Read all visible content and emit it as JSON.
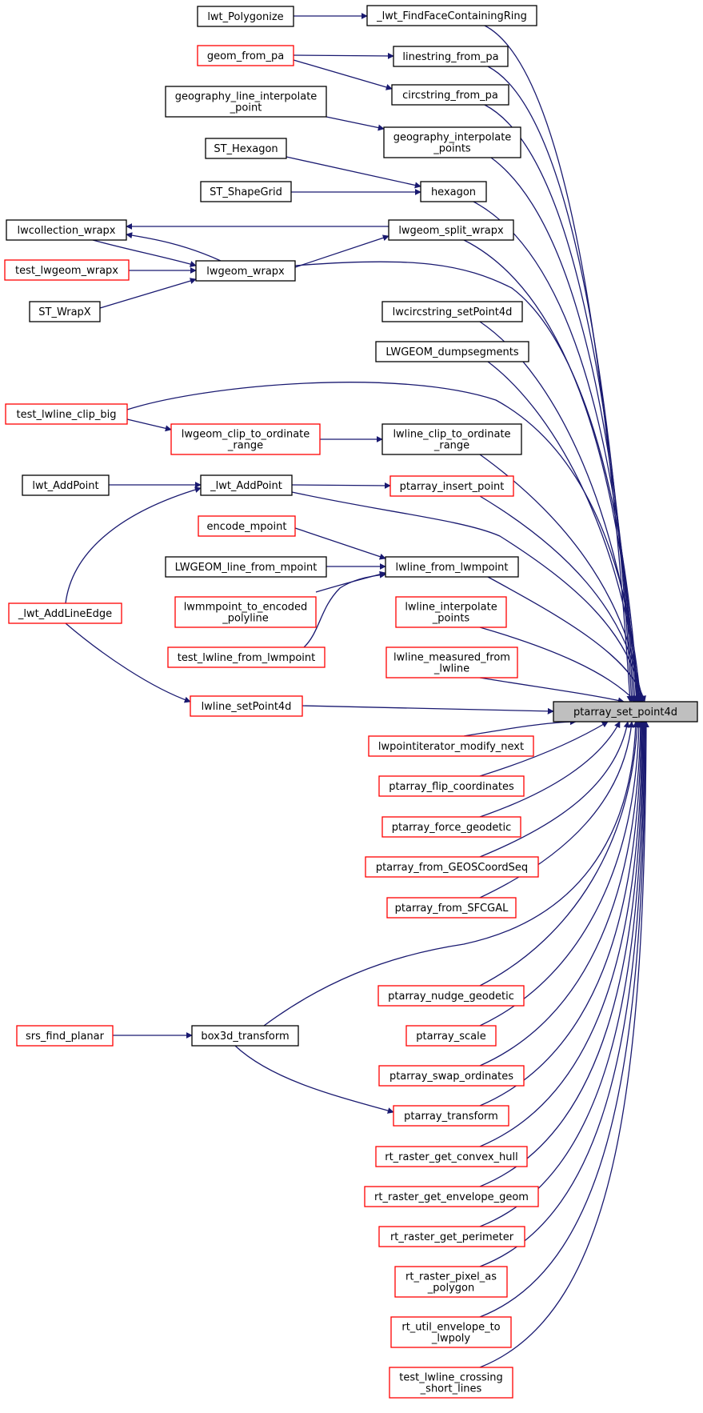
{
  "nodes": [
    {
      "id": "lwt_polygonize",
      "lines": [
        "lwt_Polygonize"
      ],
      "color": "black"
    },
    {
      "id": "lwt_findfacecontainingring",
      "lines": [
        "_lwt_FindFaceContainingRing"
      ],
      "color": "black"
    },
    {
      "id": "geom_from_pa",
      "lines": [
        "geom_from_pa"
      ],
      "color": "red"
    },
    {
      "id": "linestring_from_pa",
      "lines": [
        "linestring_from_pa"
      ],
      "color": "black"
    },
    {
      "id": "circstring_from_pa",
      "lines": [
        "circstring_from_pa"
      ],
      "color": "black"
    },
    {
      "id": "geography_line_interpolate_point",
      "lines": [
        "geography_line_interpolate",
        "_point"
      ],
      "color": "black"
    },
    {
      "id": "geography_interpolate_points",
      "lines": [
        "geography_interpolate",
        "_points"
      ],
      "color": "black"
    },
    {
      "id": "st_hexagon",
      "lines": [
        "ST_Hexagon"
      ],
      "color": "black"
    },
    {
      "id": "st_shapegrid",
      "lines": [
        "ST_ShapeGrid"
      ],
      "color": "black"
    },
    {
      "id": "hexagon",
      "lines": [
        "hexagon"
      ],
      "color": "black"
    },
    {
      "id": "lwcollection_wrapx",
      "lines": [
        "lwcollection_wrapx"
      ],
      "color": "black"
    },
    {
      "id": "lwgeom_split_wrapx",
      "lines": [
        "lwgeom_split_wrapx"
      ],
      "color": "black"
    },
    {
      "id": "test_lwgeom_wrapx",
      "lines": [
        "test_lwgeom_wrapx"
      ],
      "color": "red"
    },
    {
      "id": "lwgeom_wrapx",
      "lines": [
        "lwgeom_wrapx"
      ],
      "color": "black"
    },
    {
      "id": "st_wrapx",
      "lines": [
        "ST_WrapX"
      ],
      "color": "black"
    },
    {
      "id": "lwcircstring_setpoint4d",
      "lines": [
        "lwcircstring_setPoint4d"
      ],
      "color": "black"
    },
    {
      "id": "lwgeom_dumpsegments",
      "lines": [
        "LWGEOM_dumpsegments"
      ],
      "color": "black"
    },
    {
      "id": "test_lwline_clip_big",
      "lines": [
        "test_lwline_clip_big"
      ],
      "color": "red"
    },
    {
      "id": "lwgeom_clip_to_ordinate_range",
      "lines": [
        "lwgeom_clip_to_ordinate",
        "_range"
      ],
      "color": "red"
    },
    {
      "id": "lwline_clip_to_ordinate_range",
      "lines": [
        "lwline_clip_to_ordinate",
        "_range"
      ],
      "color": "black"
    },
    {
      "id": "lwt_addpoint_pub",
      "lines": [
        "lwt_AddPoint"
      ],
      "color": "black"
    },
    {
      "id": "lwt_addpoint",
      "lines": [
        "_lwt_AddPoint"
      ],
      "color": "black"
    },
    {
      "id": "ptarray_insert_point",
      "lines": [
        "ptarray_insert_point"
      ],
      "color": "red"
    },
    {
      "id": "encode_mpoint",
      "lines": [
        "encode_mpoint"
      ],
      "color": "red"
    },
    {
      "id": "lwgeom_line_from_mpoint",
      "lines": [
        "LWGEOM_line_from_mpoint"
      ],
      "color": "black"
    },
    {
      "id": "lwline_from_lwmpoint",
      "lines": [
        "lwline_from_lwmpoint"
      ],
      "color": "black"
    },
    {
      "id": "lwt_addlineedge",
      "lines": [
        "_lwt_AddLineEdge"
      ],
      "color": "red"
    },
    {
      "id": "lwmmpoint_to_encoded_polyline",
      "lines": [
        "lwmmpoint_to_encoded",
        "_polyline"
      ],
      "color": "red"
    },
    {
      "id": "lwline_interpolate_points",
      "lines": [
        "lwline_interpolate",
        "_points"
      ],
      "color": "red"
    },
    {
      "id": "test_lwline_from_lwmpoint",
      "lines": [
        "test_lwline_from_lwmpoint"
      ],
      "color": "red"
    },
    {
      "id": "lwline_measured_from_lwline",
      "lines": [
        "lwline_measured_from",
        "_lwline"
      ],
      "color": "red"
    },
    {
      "id": "lwline_setpoint4d",
      "lines": [
        "lwline_setPoint4d"
      ],
      "color": "red"
    },
    {
      "id": "ptarray_set_point4d",
      "lines": [
        "ptarray_set_point4d"
      ],
      "color": "target"
    },
    {
      "id": "lwpointiterator_modify_next",
      "lines": [
        "lwpointiterator_modify_next"
      ],
      "color": "red"
    },
    {
      "id": "ptarray_flip_coordinates",
      "lines": [
        "ptarray_flip_coordinates"
      ],
      "color": "red"
    },
    {
      "id": "ptarray_force_geodetic",
      "lines": [
        "ptarray_force_geodetic"
      ],
      "color": "red"
    },
    {
      "id": "ptarray_from_geoscoordseq",
      "lines": [
        "ptarray_from_GEOSCoordSeq"
      ],
      "color": "red"
    },
    {
      "id": "ptarray_from_sfcgal",
      "lines": [
        "ptarray_from_SFCGAL"
      ],
      "color": "red"
    },
    {
      "id": "ptarray_nudge_geodetic",
      "lines": [
        "ptarray_nudge_geodetic"
      ],
      "color": "red"
    },
    {
      "id": "srs_find_planar",
      "lines": [
        "srs_find_planar"
      ],
      "color": "red"
    },
    {
      "id": "box3d_transform",
      "lines": [
        "box3d_transform"
      ],
      "color": "black"
    },
    {
      "id": "ptarray_scale",
      "lines": [
        "ptarray_scale"
      ],
      "color": "red"
    },
    {
      "id": "ptarray_swap_ordinates",
      "lines": [
        "ptarray_swap_ordinates"
      ],
      "color": "red"
    },
    {
      "id": "ptarray_transform",
      "lines": [
        "ptarray_transform"
      ],
      "color": "red"
    },
    {
      "id": "rt_raster_get_convex_hull",
      "lines": [
        "rt_raster_get_convex_hull"
      ],
      "color": "red"
    },
    {
      "id": "rt_raster_get_envelope_geom",
      "lines": [
        "rt_raster_get_envelope_geom"
      ],
      "color": "red"
    },
    {
      "id": "rt_raster_get_perimeter",
      "lines": [
        "rt_raster_get_perimeter"
      ],
      "color": "red"
    },
    {
      "id": "rt_raster_pixel_as_polygon",
      "lines": [
        "rt_raster_pixel_as",
        "_polygon"
      ],
      "color": "red"
    },
    {
      "id": "rt_util_envelope_to_lwpoly",
      "lines": [
        "rt_util_envelope_to",
        "_lwpoly"
      ],
      "color": "red"
    },
    {
      "id": "test_lwline_crossing_short_lines",
      "lines": [
        "test_lwline_crossing",
        "_short_lines"
      ],
      "color": "red"
    }
  ]
}
